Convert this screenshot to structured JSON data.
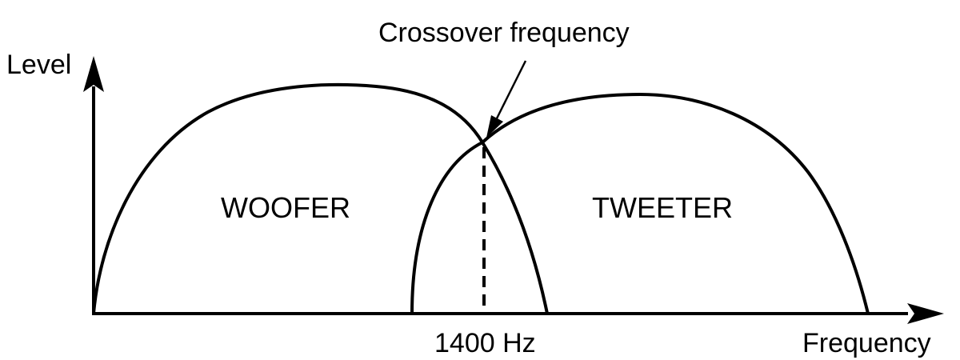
{
  "diagram": {
    "y_axis_label": "Level",
    "x_axis_label": "Frequency",
    "woofer_label": "WOOFER",
    "tweeter_label": "TWEETER",
    "crossover_callout": "Crossover frequency",
    "crossover_value": "1400 Hz"
  },
  "colors": {
    "stroke": "#000000",
    "background": "#ffffff"
  }
}
